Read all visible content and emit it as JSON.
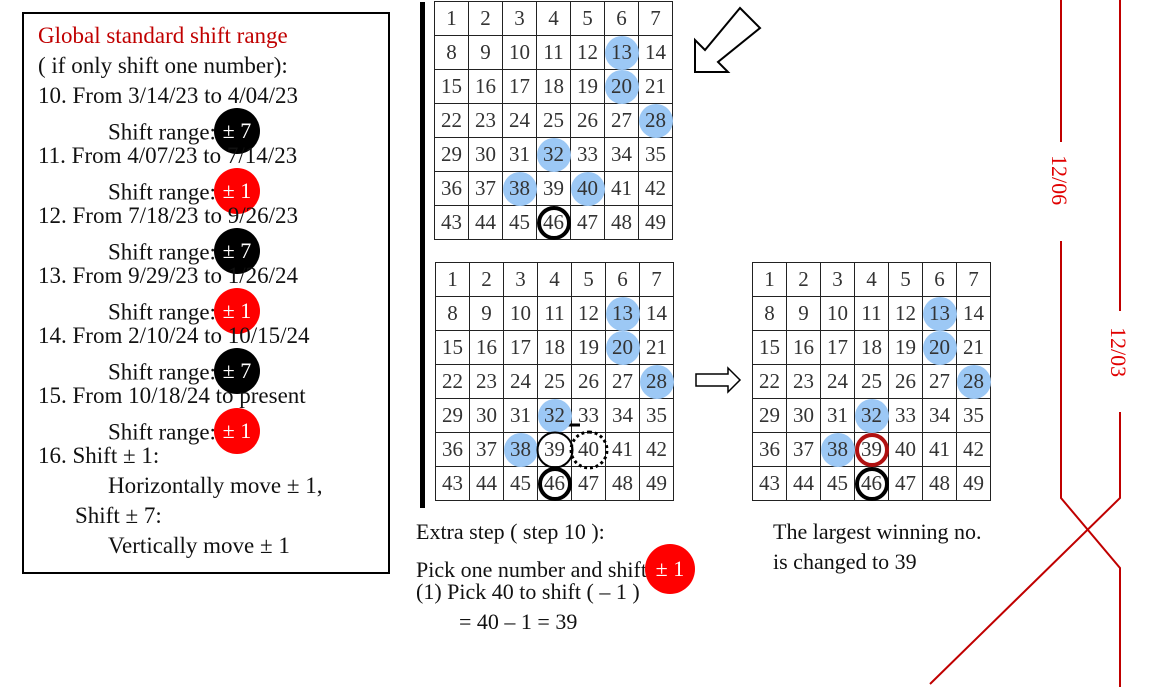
{
  "left_panel": {
    "title": "Global standard shift range",
    "subtitle": "( if only shift one number):",
    "entries": [
      {
        "line": "10. From 3/14/23 to 4/04/23",
        "label": "Shift range:",
        "badge": "± 7",
        "color": "#000000"
      },
      {
        "line": "11. From 4/07/23 to 7/14/23",
        "label": "Shift range:",
        "badge": "± 1",
        "color": "#ff0000"
      },
      {
        "line": "12. From 7/18/23 to 9/26/23",
        "label": "Shift range:",
        "badge": "± 7",
        "color": "#000000"
      },
      {
        "line": "13. From 9/29/23 to 1/26/24",
        "label": "Shift range:",
        "badge": "± 1",
        "color": "#ff0000"
      },
      {
        "line": "14. From 2/10/24 to 10/15/24",
        "label": "Shift range:",
        "badge": "± 7",
        "color": "#000000"
      },
      {
        "line": "15. From 10/18/24 to present",
        "label": "Shift range:",
        "badge": "± 1",
        "color": "#ff0000"
      }
    ],
    "rule_16": [
      "16. Shift ± 1:",
      "Horizontally move ± 1,",
      "Shift ± 7:",
      "Vertically move ± 1"
    ]
  },
  "grids": [
    {
      "name": "grid-top",
      "blue": [
        13,
        20,
        28,
        32,
        38,
        40
      ],
      "ring": [
        46
      ],
      "thin": [],
      "dot": [],
      "red": []
    },
    {
      "name": "grid-before",
      "blue": [
        13,
        20,
        28,
        32,
        38
      ],
      "ring": [
        46
      ],
      "thin": [
        39
      ],
      "dot": [
        40
      ],
      "red": []
    },
    {
      "name": "grid-after",
      "blue": [
        13,
        20,
        28,
        32,
        38
      ],
      "ring": [
        46
      ],
      "thin": [],
      "dot": [],
      "red": [
        39
      ]
    }
  ],
  "extra_step": {
    "line1": "Extra step ( step 10 ):",
    "line2": "Pick one number and shift",
    "badge": "± 1",
    "line3": "(1) Pick 40 to shift ( – 1 )",
    "line4": "= 40 – 1 = 39"
  },
  "result": {
    "line1": "The largest winning no.",
    "line2": "is changed to 39"
  },
  "timeline": {
    "date_a": "12/06",
    "date_b": "12/03",
    "color": "#c00000"
  }
}
